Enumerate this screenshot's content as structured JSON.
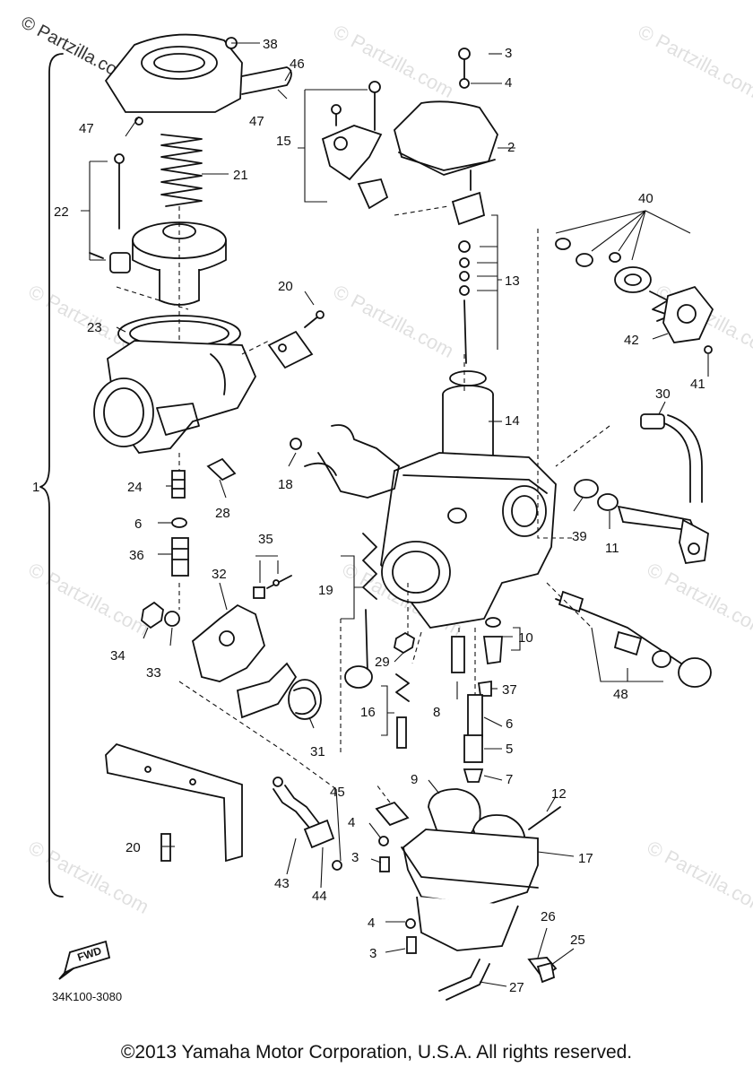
{
  "watermark": "© Partzilla.com",
  "drawing_code": "34K100-3080",
  "fwd_label": "FWD",
  "copyright": "©2013 Yamaha Motor Corporation, U.S.A. All rights reserved.",
  "callouts": [
    "38",
    "46",
    "47",
    "47",
    "21",
    "22",
    "23",
    "20",
    "15",
    "3",
    "4",
    "2",
    "13",
    "40",
    "42",
    "41",
    "30",
    "14",
    "18",
    "24",
    "28",
    "6",
    "36",
    "35",
    "32",
    "34",
    "33",
    "19",
    "29",
    "10",
    "37",
    "8",
    "16",
    "31",
    "39",
    "11",
    "48",
    "6",
    "5",
    "7",
    "9",
    "12",
    "17",
    "45",
    "4",
    "3",
    "20",
    "43",
    "44",
    "4",
    "3",
    "26",
    "25",
    "27",
    "1"
  ]
}
